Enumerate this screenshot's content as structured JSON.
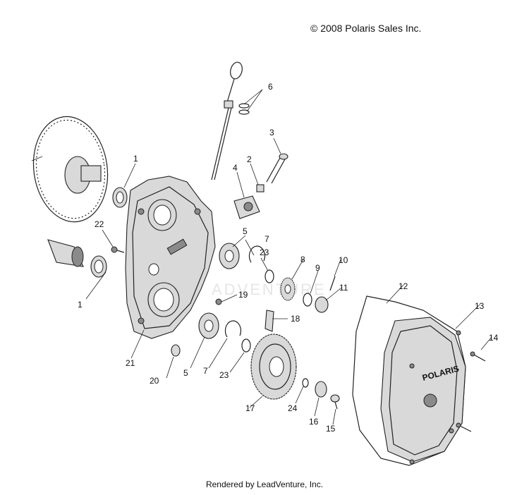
{
  "copyright": "© 2008 Polaris Sales Inc.",
  "footer": "Rendered by LeadVenture, Inc.",
  "watermark": "ADVENTURE",
  "cover_logo": "POLARIS",
  "callouts": {
    "c1a": "1",
    "c1b": "1",
    "c2": "2",
    "c3": "3",
    "c4": "4",
    "c5a": "5",
    "c5b": "5",
    "c6": "6",
    "c7a": "7",
    "c7b": "7",
    "c8": "8",
    "c9": "9",
    "c10": "10",
    "c11": "11",
    "c12": "12",
    "c13": "13",
    "c14": "14",
    "c15": "15",
    "c16": "16",
    "c17": "17",
    "c18": "18",
    "c19": "19",
    "c20": "20",
    "c21": "21",
    "c22": "22",
    "c23a": "23",
    "c23b": "23",
    "c24": "24"
  }
}
